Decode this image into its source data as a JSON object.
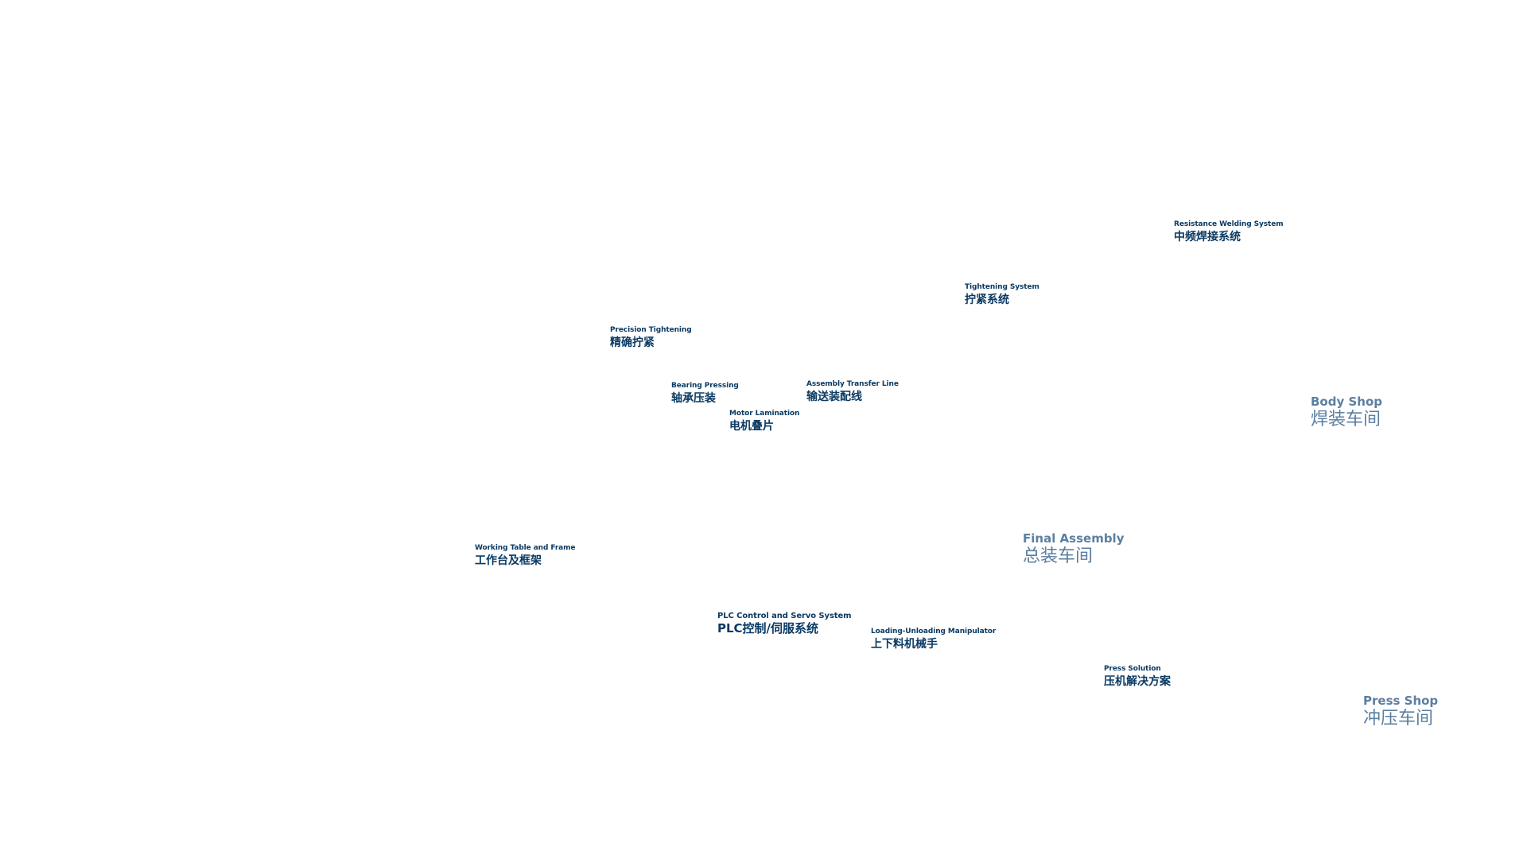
{
  "hotspots": {
    "resistance_welding": {
      "en": "Resistance Welding System",
      "cn": "中频焊接系统"
    },
    "tightening_system": {
      "en": "Tightening System",
      "cn": "拧紧系统"
    },
    "precision_tightening": {
      "en": "Precision Tightening",
      "cn": "精确拧紧"
    },
    "bearing_pressing": {
      "en": "Bearing Pressing",
      "cn": "轴承压装"
    },
    "assembly_transfer_line": {
      "en": "Assembly Transfer Line",
      "cn": "输送装配线"
    },
    "motor_lamination": {
      "en": "Motor Lamination",
      "cn": "电机叠片"
    },
    "working_table": {
      "en": "Working Table and Frame",
      "cn": "工作台及框架"
    },
    "plc_control": {
      "en": "PLC Control and Servo System",
      "cn": "PLC控制/伺服系统"
    },
    "loading_unloading": {
      "en": "Loading-Unloading Manipulator",
      "cn": "上下料机械手"
    },
    "press_solution": {
      "en": "Press Solution",
      "cn": "压机解决方案"
    }
  },
  "areas": {
    "body_shop": {
      "en": "Body Shop",
      "cn": "焊装车间"
    },
    "final_assembly": {
      "en": "Final Assembly",
      "cn": "总装车间"
    },
    "press_shop": {
      "en": "Press Shop",
      "cn": "冲压车间"
    }
  },
  "colors": {
    "background": "#ffffff",
    "hotspot_text": "#0b3a63",
    "area_text": "#5b7fa0"
  }
}
